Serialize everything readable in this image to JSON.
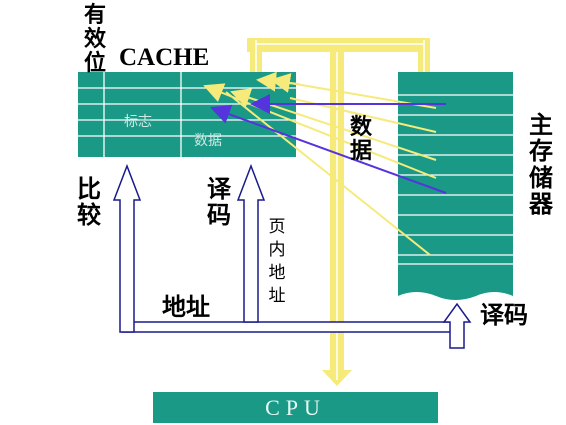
{
  "labels": {
    "valid_bit": [
      "有",
      "效",
      "位"
    ],
    "cache": "CACHE",
    "tag": "标志",
    "data_cell": "数据",
    "data_flow": [
      "数",
      "据"
    ],
    "main_memory": [
      "主",
      "存",
      "储",
      "器"
    ],
    "compare": [
      "比",
      "较"
    ],
    "decode_left": [
      "译",
      "码"
    ],
    "in_page_addr": [
      "页",
      "内",
      "地",
      "址"
    ],
    "address": "地址",
    "decode_right": "译码",
    "cpu": "CPU"
  },
  "colors": {
    "teal": "#1a9a86",
    "yellow": "#f5ea7a",
    "blue_arrow": "#5533dd",
    "navy_outline": "#1a1a8c",
    "memory_lines": "#ffffff"
  }
}
